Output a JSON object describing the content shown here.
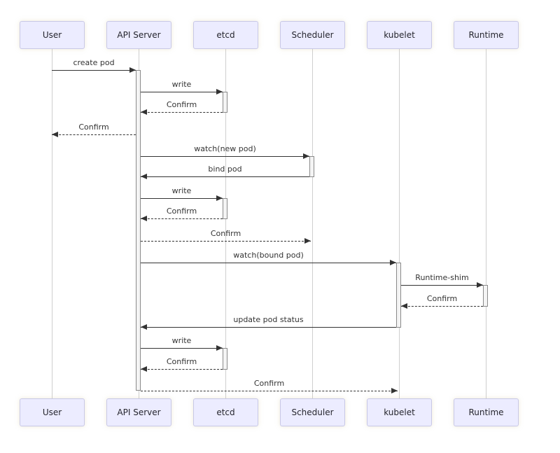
{
  "diagram": {
    "type": "sequence-diagram",
    "topic": "Kubernetes pod creation flow",
    "participants": [
      {
        "label": "User"
      },
      {
        "label": "API Server"
      },
      {
        "label": "etcd"
      },
      {
        "label": "Scheduler"
      },
      {
        "label": "kubelet"
      },
      {
        "label": "Runtime"
      }
    ],
    "messages": [
      {
        "label": "create pod",
        "from": "User",
        "to": "API Server",
        "line": "solid"
      },
      {
        "label": "write",
        "from": "API Server",
        "to": "etcd",
        "line": "solid"
      },
      {
        "label": "Confirm",
        "from": "etcd",
        "to": "API Server",
        "line": "dashed"
      },
      {
        "label": "Confirm",
        "from": "API Server",
        "to": "User",
        "line": "dashed"
      },
      {
        "label": "watch(new pod)",
        "from": "API Server",
        "to": "Scheduler",
        "line": "solid"
      },
      {
        "label": "bind pod",
        "from": "Scheduler",
        "to": "API Server",
        "line": "solid"
      },
      {
        "label": "write",
        "from": "API Server",
        "to": "etcd",
        "line": "solid"
      },
      {
        "label": "Confirm",
        "from": "etcd",
        "to": "API Server",
        "line": "dashed"
      },
      {
        "label": "Confirm",
        "from": "API Server",
        "to": "Scheduler",
        "line": "dashed"
      },
      {
        "label": "watch(bound pod)",
        "from": "API Server",
        "to": "kubelet",
        "line": "solid"
      },
      {
        "label": "Runtime-shim",
        "from": "kubelet",
        "to": "Runtime",
        "line": "solid"
      },
      {
        "label": "Confirm",
        "from": "Runtime",
        "to": "kubelet",
        "line": "dashed"
      },
      {
        "label": "update pod status",
        "from": "kubelet",
        "to": "API Server",
        "line": "solid"
      },
      {
        "label": "write",
        "from": "API Server",
        "to": "etcd",
        "line": "solid"
      },
      {
        "label": "Confirm",
        "from": "etcd",
        "to": "API Server",
        "line": "dashed"
      },
      {
        "label": "Confirm",
        "from": "API Server",
        "to": "kubelet",
        "line": "dashed"
      }
    ],
    "colors": {
      "background": "#FFFFFF",
      "actor_fill": "#ECECFF",
      "actor_border": "#C8C8E6",
      "lifeline": "#CFCFCF",
      "message": "#333333",
      "activation_fill": "#F4F4F4",
      "activation_border": "#8A8A8A"
    }
  }
}
